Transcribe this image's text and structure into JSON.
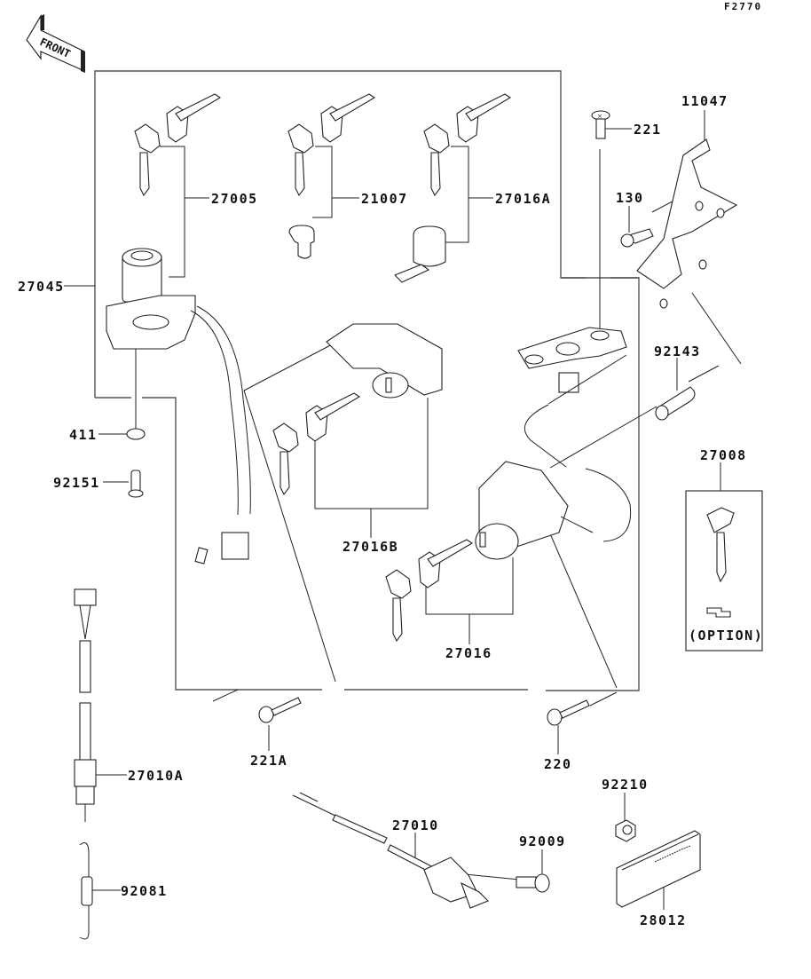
{
  "diagram_code": "F2770",
  "direction_indicator": "FRONT",
  "option_box": {
    "label": "(OPTION)",
    "part": "27008"
  },
  "parts": [
    {
      "id": "27005",
      "description": "key set"
    },
    {
      "id": "21007",
      "description": "key set with small lock cylinder"
    },
    {
      "id": "27016A",
      "description": "key set with lock cylinder and cam"
    },
    {
      "id": "221",
      "description": "screw"
    },
    {
      "id": "11047",
      "description": "bracket"
    },
    {
      "id": "130",
      "description": "flanged bolt"
    },
    {
      "id": "27045",
      "description": "ignition switch assembly"
    },
    {
      "id": "411",
      "description": "washer"
    },
    {
      "id": "92151",
      "description": "bolt"
    },
    {
      "id": "92143",
      "description": "collar"
    },
    {
      "id": "27008",
      "description": "blank key"
    },
    {
      "id": "27016B",
      "description": "lock with keys"
    },
    {
      "id": "27016",
      "description": "lock with keys"
    },
    {
      "id": "221A",
      "description": "screw"
    },
    {
      "id": "220",
      "description": "screw"
    },
    {
      "id": "27010A",
      "description": "switch"
    },
    {
      "id": "92081",
      "description": "spring"
    },
    {
      "id": "27010",
      "description": "switch"
    },
    {
      "id": "92009",
      "description": "screw"
    },
    {
      "id": "92210",
      "description": "nut"
    },
    {
      "id": "28012",
      "description": "emblem"
    }
  ],
  "labels": {
    "p27005": "27005",
    "p21007": "21007",
    "p27016A": "27016A",
    "p221": "221",
    "p11047": "11047",
    "p130": "130",
    "p27045": "27045",
    "p411": "411",
    "p92151": "92151",
    "p92143": "92143",
    "p27008": "27008",
    "p27016B": "27016B",
    "p27016": "27016",
    "p221A": "221A",
    "p220": "220",
    "p27010A": "27010A",
    "p92081": "92081",
    "p27010": "27010",
    "p92009": "92009",
    "p92210": "92210",
    "p28012": "28012"
  }
}
